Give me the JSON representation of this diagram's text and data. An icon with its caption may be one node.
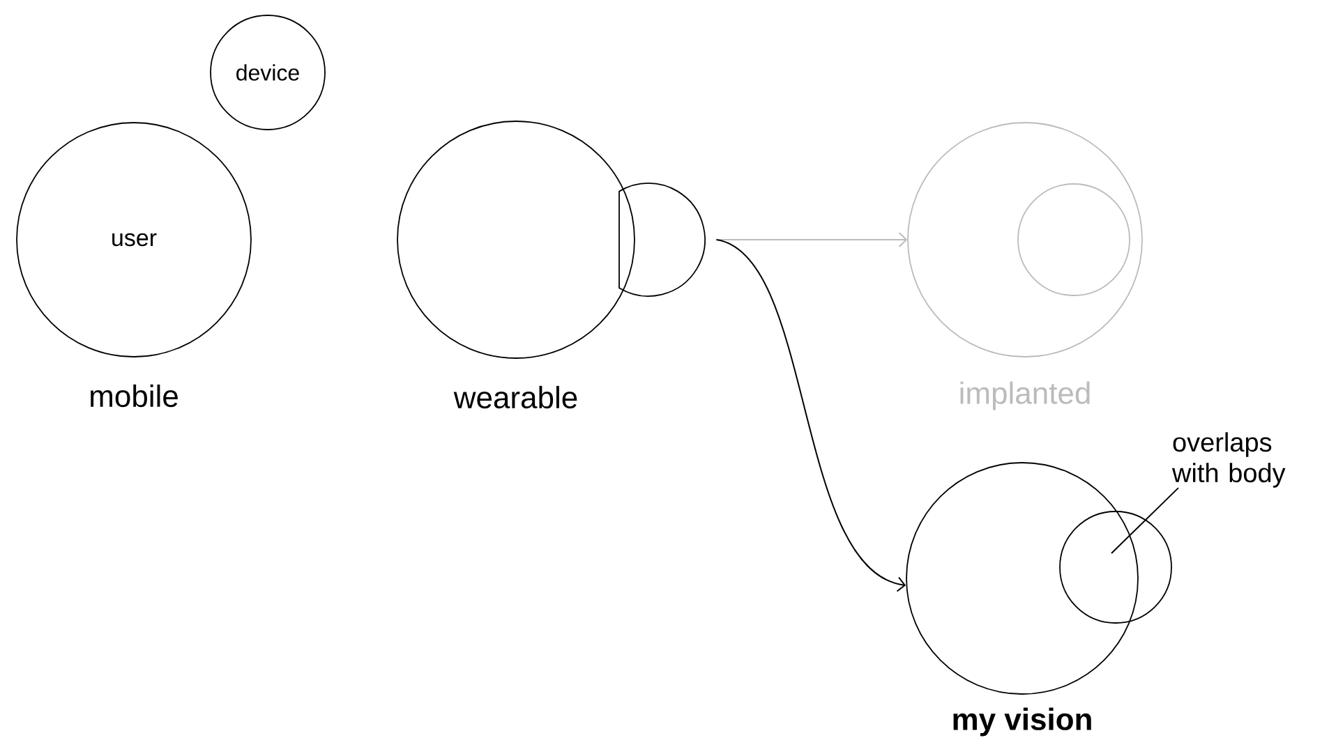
{
  "diagram": {
    "nodes": [
      {
        "text": [
          "user"
        ],
        "beside": [
          "mobile"
        ]
      },
      {
        "text": [
          "device"
        ]
      },
      {
        "text": [],
        "shape": "circle",
        "beside": [
          "wearable"
        ]
      },
      {
        "text": [],
        "shape": "circle"
      },
      {
        "text": [],
        "shape": "circle",
        "beside": [
          "implanted"
        ]
      },
      {
        "text": [],
        "shape": "circle",
        "in": 4
      },
      {
        "text": [],
        "shape": "circle",
        "beside": [
          "my vision"
        ]
      },
      {
        "text": [],
        "shape": "circle"
      },
      {
        "text": [
          "overlaps with body"
        ]
      }
    ],
    "edges": [
      {
        "from": 3,
        "to": 4,
        "arrow": "to",
        "color": "#bbbbbb"
      },
      {
        "from": 3,
        "to": 6,
        "arrow": "to"
      },
      {
        "from": 8,
        "to": 7,
        "arrow": "none"
      }
    ]
  }
}
